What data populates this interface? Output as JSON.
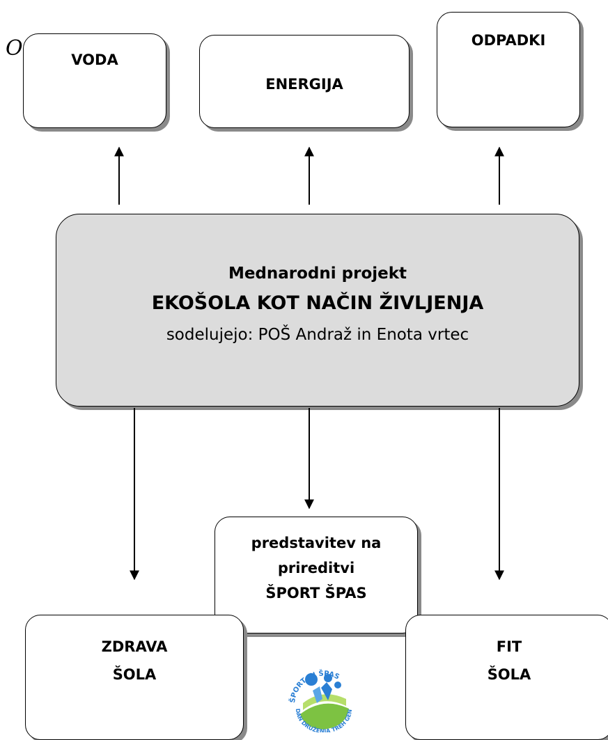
{
  "stray_mark": "O",
  "top_boxes": {
    "voda": "VODA",
    "energija": "ENERGIJA",
    "odpadki": "ODPADKI"
  },
  "center": {
    "line1": "Mednarodni projekt",
    "line2": "EKOŠOLA KOT NAČIN ŽIVLJENJA",
    "line3": "sodelujejo: POŠ Andraž in Enota vrtec"
  },
  "middle_box": {
    "line1": "predstavitev na",
    "line2": "prireditvi",
    "line3": "ŠPORT ŠPAS"
  },
  "bottom_boxes": {
    "zdrava_line1": "ZDRAVA",
    "zdrava_line2": "ŠOLA",
    "fit_line1": "FIT",
    "fit_line2": "ŠOLA"
  },
  "logo": {
    "top_text": "ŠPORT IN ŠPAS",
    "bottom_text": "DAN DRUŽENJA TREH GENERACIJ",
    "icon": "sport-spas-logo"
  },
  "colors": {
    "center_fill": "#dcdcdc",
    "shadow": "#8a8a8a",
    "logo_blue": "#2a7fd4",
    "logo_green": "#7dc242",
    "logo_orange": "#f39a1e"
  }
}
